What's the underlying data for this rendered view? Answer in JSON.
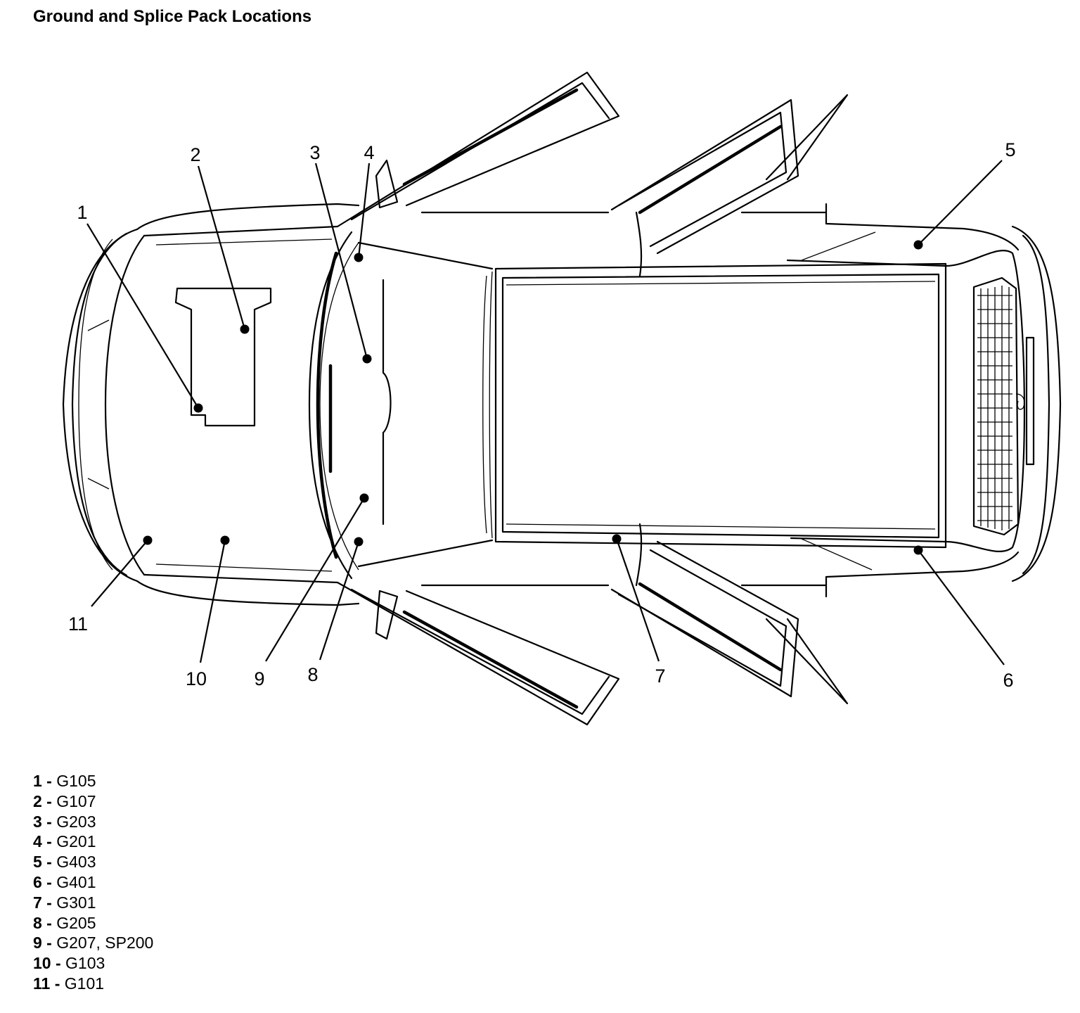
{
  "title": "Ground and Splice Pack Locations",
  "callouts": [
    "1",
    "2",
    "3",
    "4",
    "5",
    "6",
    "7",
    "8",
    "9",
    "10",
    "11"
  ],
  "legend": [
    {
      "num": "1",
      "sep": " - ",
      "label": "G105"
    },
    {
      "num": "2",
      "sep": " - ",
      "label": "G107"
    },
    {
      "num": "3",
      "sep": " - ",
      "label": "G203"
    },
    {
      "num": "4",
      "sep": " - ",
      "label": "G201"
    },
    {
      "num": "5",
      "sep": " - ",
      "label": "G403"
    },
    {
      "num": "6",
      "sep": " - ",
      "label": "G401"
    },
    {
      "num": "7",
      "sep": " - ",
      "label": "G301"
    },
    {
      "num": "8",
      "sep": " - ",
      "label": "G205"
    },
    {
      "num": "9",
      "sep": " - ",
      "label": "G207, SP200"
    },
    {
      "num": "10",
      "sep": " - ",
      "label": "G103"
    },
    {
      "num": "11",
      "sep": " - ",
      "label": "G101"
    }
  ]
}
